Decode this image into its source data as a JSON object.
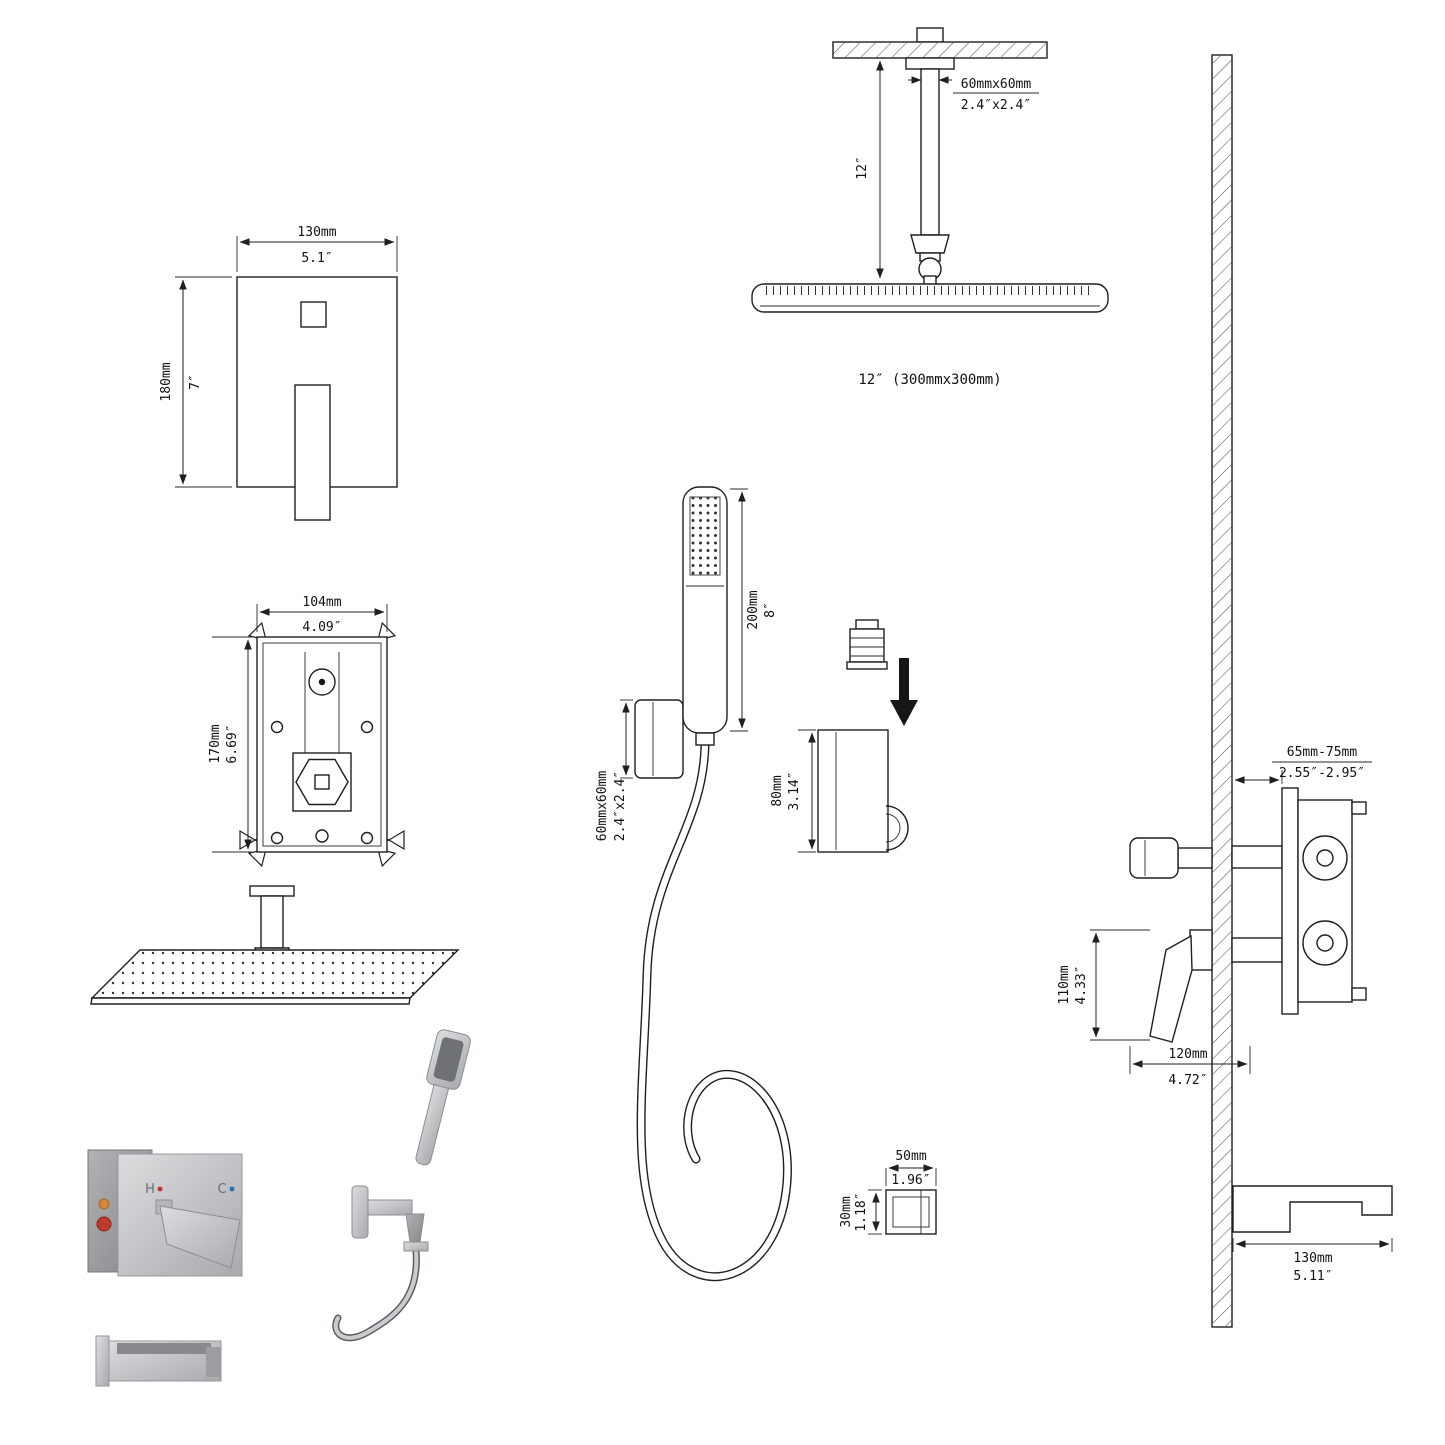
{
  "ceiling_shower": {
    "arm_size_mm": "60mmx60mm",
    "arm_size_in": "2.4″x2.4″",
    "drop_length_in": "12″",
    "head_size_label": "12″ (300mmx300mm)"
  },
  "trim_plate": {
    "width_mm": "130mm",
    "width_in": "5.1″",
    "height_mm": "180mm",
    "height_in": "7″"
  },
  "rough_in_valve": {
    "width_mm": "104mm",
    "width_in": "4.09″",
    "height_mm": "170mm",
    "height_in": "6.69″"
  },
  "hand_shower": {
    "wand_length_mm": "200mm",
    "wand_length_in": "8″",
    "bracket_size_mm": "60mmx60mm",
    "bracket_size_in": "2.4″x2.4″",
    "holder_height_mm": "80mm",
    "holder_height_in": "3.14″"
  },
  "slide_bracket": {
    "width_mm": "50mm",
    "width_in": "1.96″",
    "height_mm": "30mm",
    "height_in": "1.18″"
  },
  "wall_section": {
    "valve_depth_mm": "65mm-75mm",
    "valve_depth_in": "2.55″-2.95″",
    "handle_height_mm": "110mm",
    "handle_height_in": "4.33″",
    "handle_depth_mm": "120mm",
    "handle_depth_in": "4.72″",
    "spout_length_mm": "130mm",
    "spout_length_in": "5.11″"
  },
  "valve_render": {
    "hot_label": "H",
    "cold_label": "C"
  },
  "colors": {
    "line": "#1f1f1f",
    "metal_light": "#d9dadc",
    "metal_dark": "#8c8e91",
    "hot": "#c0392b",
    "cold": "#2e6db4"
  }
}
